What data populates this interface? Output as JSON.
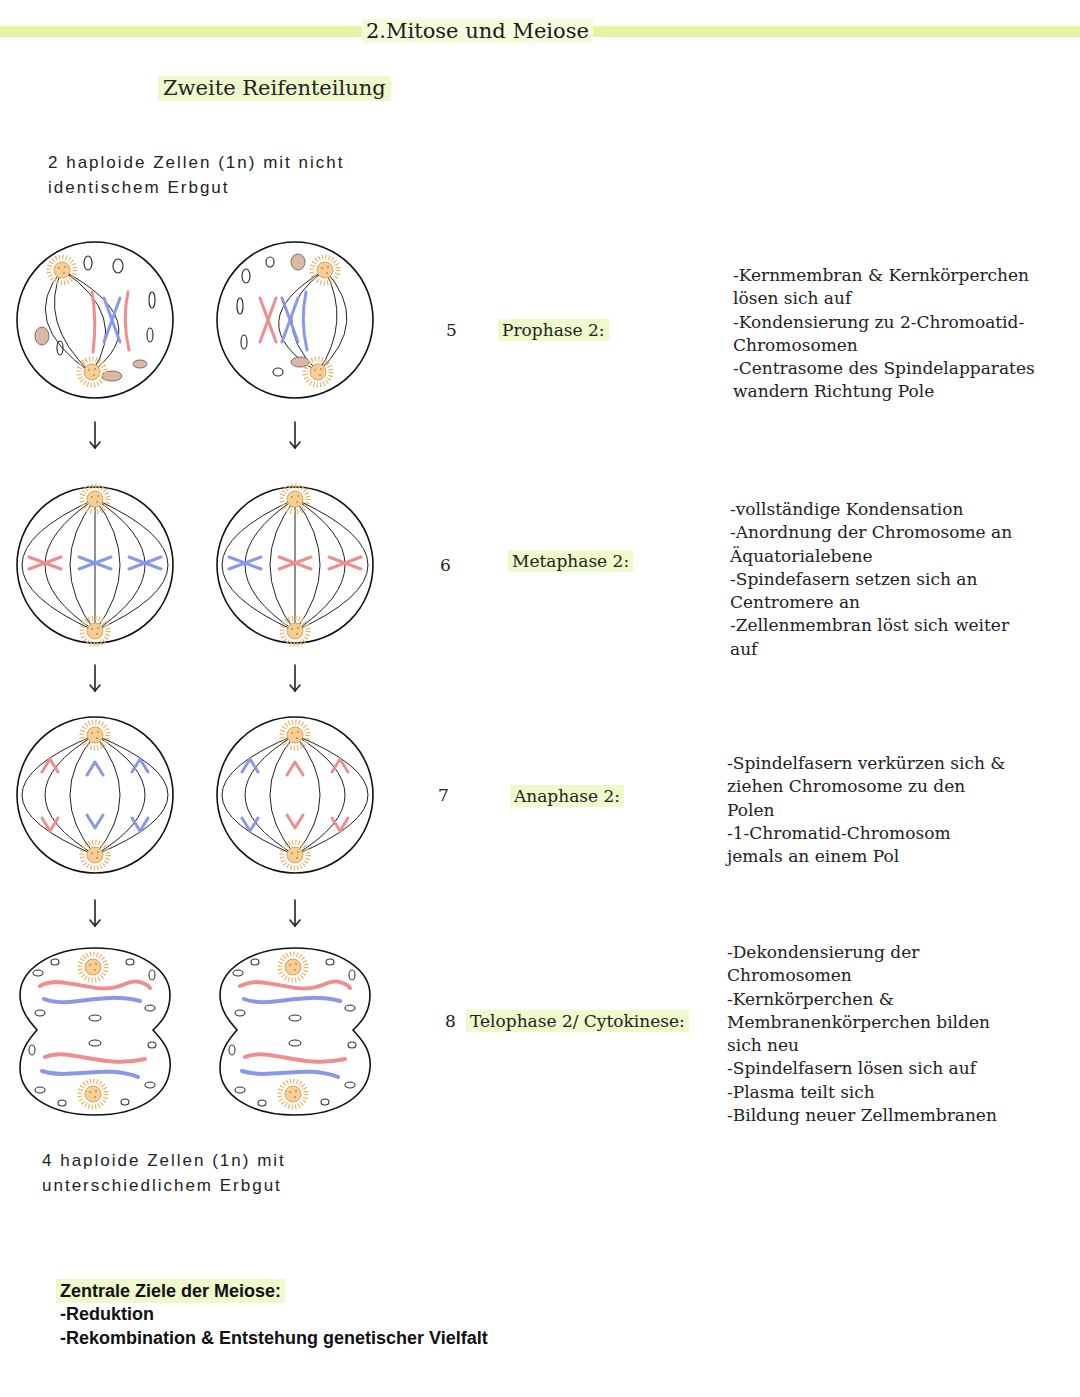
{
  "diagram": {
    "title": "2.Mitose und Meiose",
    "labels": [
      "Zweite Reifenteilung",
      "2 haploide Zellen (1n) mit nicht identischem Erbgut",
      "5",
      "Prophase 2:",
      "-Kernmembran & Kernkörperchen lösen sich auf",
      "-Kondensierung zu 2-Chromoatid- Chromosomen",
      "-Centrasome des Spindelapparates wandern Richtung Pole",
      "6",
      "Metaphase 2:",
      "-vollständige Kondensation",
      "-Anordnung der Chromosome an Äquatorialebene",
      "-Spindefasern setzen sich an Centromere an",
      "-Zellenmembran löst sich weiter auf",
      "7",
      "Anaphase 2:",
      "-Spindelfasern verkürzen sich & ziehen Chromosome zu den Polen",
      "-1-Chromatid-Chromosom jemals an einem Pol",
      "8",
      "Telophase 2/ Cytokinese:",
      "-Dekondensierung der Chromosomen",
      "-Kernkörperchen & Membranenkörperchen bilden sich neu",
      "-Spindelfasern lösen sich auf",
      "-Plasma teilt sich",
      "-Bildung neuer Zellmembranen",
      "4 haploide Zellen (1n) mit unterschiedlichem Erbgut",
      "Zentrale Ziele der Meiose:",
      "-Reduktion",
      "-Rekombination & Entstehung genetischer Vielfalt"
    ]
  }
}
